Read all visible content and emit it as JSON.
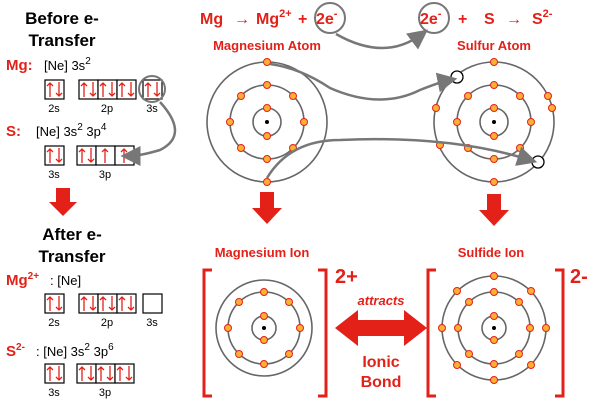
{
  "left": {
    "before_heading_1": "Before e-",
    "before_heading_2": "Transfer",
    "mg_label": "Mg:",
    "mg_config": "[Ne] 3s",
    "mg_config_sup": "2",
    "mg_subshells": [
      "2s",
      "2p",
      "3s"
    ],
    "s_label": "S:",
    "s_config": "[Ne] 3s",
    "s_config_sup1": "2",
    "s_config_mid": " 3p",
    "s_config_sup2": "4",
    "s_subshells": [
      "3s",
      "3p"
    ],
    "after_heading_1": "After e-",
    "after_heading_2": "Transfer",
    "mg_ion_label": "Mg",
    "mg_ion_charge": "2+",
    "mg_ion_config": ": [Ne]",
    "mg_ion_subshells": [
      "2s",
      "2p",
      "3s"
    ],
    "s_ion_label": "S",
    "s_ion_charge": "2-",
    "s_ion_config": ": [Ne] 3s",
    "s_ion_sup1": "2",
    "s_ion_mid": " 3p",
    "s_ion_sup2": "6",
    "s_ion_subshells": [
      "3s",
      "3p"
    ]
  },
  "equations": {
    "mg": "Mg",
    "arrow": "→",
    "mg_ion": "Mg",
    "mg_ion_sup": "2+",
    "plus": "+",
    "electrons": "2e",
    "electrons_sup": "-",
    "s": "S",
    "s_ion": "S",
    "s_ion_sup": "2-"
  },
  "atoms": {
    "mg_atom": "Magnesium Atom",
    "s_atom": "Sulfur Atom",
    "mg_ion": "Magnesium Ion",
    "s_ion": "Sulfide Ion",
    "mg_ion_charge": "2+",
    "s_ion_charge": "2-"
  },
  "bond": {
    "attracts": "attracts",
    "ionic": "Ionic",
    "bond": "Bond"
  },
  "colors": {
    "accent_red": "#e32119",
    "electron_fill": "#fbb034",
    "orbit_grey": "#666666"
  }
}
